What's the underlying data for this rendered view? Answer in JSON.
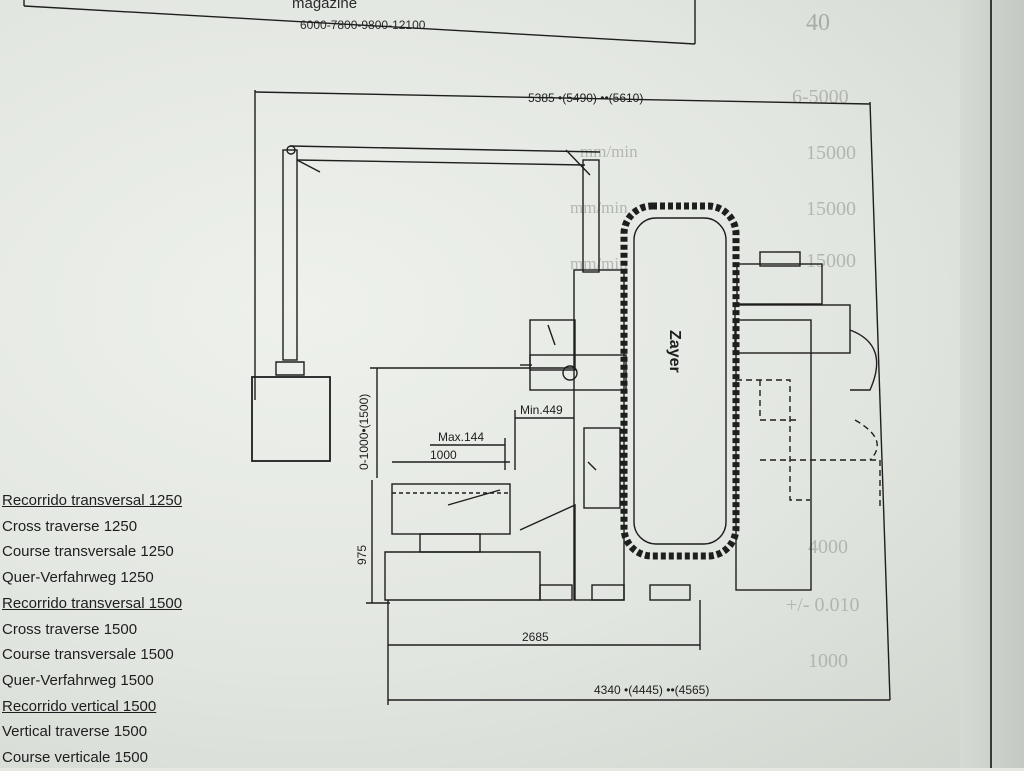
{
  "header": {
    "magazine_label": "magazine",
    "lengths": "6000-7800-9800-12100",
    "magazine_value": "40"
  },
  "diagram": {
    "overall_width": "5385 •(5490) ••(5610)",
    "vertical_range": "0-1000•(1500)",
    "min_dim": "Min.449",
    "max_dim": "Max.144",
    "table_width": "1000",
    "table_height": "975",
    "base_depth": "2685",
    "overall_base": "4340 •(4445) ••(4565)",
    "brand_mark": "Zayer"
  },
  "background_table": {
    "values": [
      "6-5000",
      "15000",
      "15000",
      "15000",
      "4000",
      "+/- 0.010",
      "1000"
    ],
    "units": [
      "mm/min",
      "mm/min",
      "mm/min"
    ]
  },
  "legend": {
    "items": [
      {
        "text": "Recorrido transversal 1250",
        "heading": true
      },
      {
        "text": "Cross traverse 1250",
        "heading": false
      },
      {
        "text": "Course transversale 1250",
        "heading": false
      },
      {
        "text": "Quer-Verfahrweg 1250",
        "heading": false
      },
      {
        "text": "Recorrido transversal 1500",
        "heading": true
      },
      {
        "text": "Cross traverse 1500",
        "heading": false
      },
      {
        "text": "Course transversale 1500",
        "heading": false
      },
      {
        "text": "Quer-Verfahrweg 1500",
        "heading": false
      },
      {
        "text": "Recorrido vertical 1500",
        "heading": true
      },
      {
        "text": "Vertical traverse 1500",
        "heading": false
      },
      {
        "text": "Course verticale 1500",
        "heading": false
      }
    ]
  }
}
